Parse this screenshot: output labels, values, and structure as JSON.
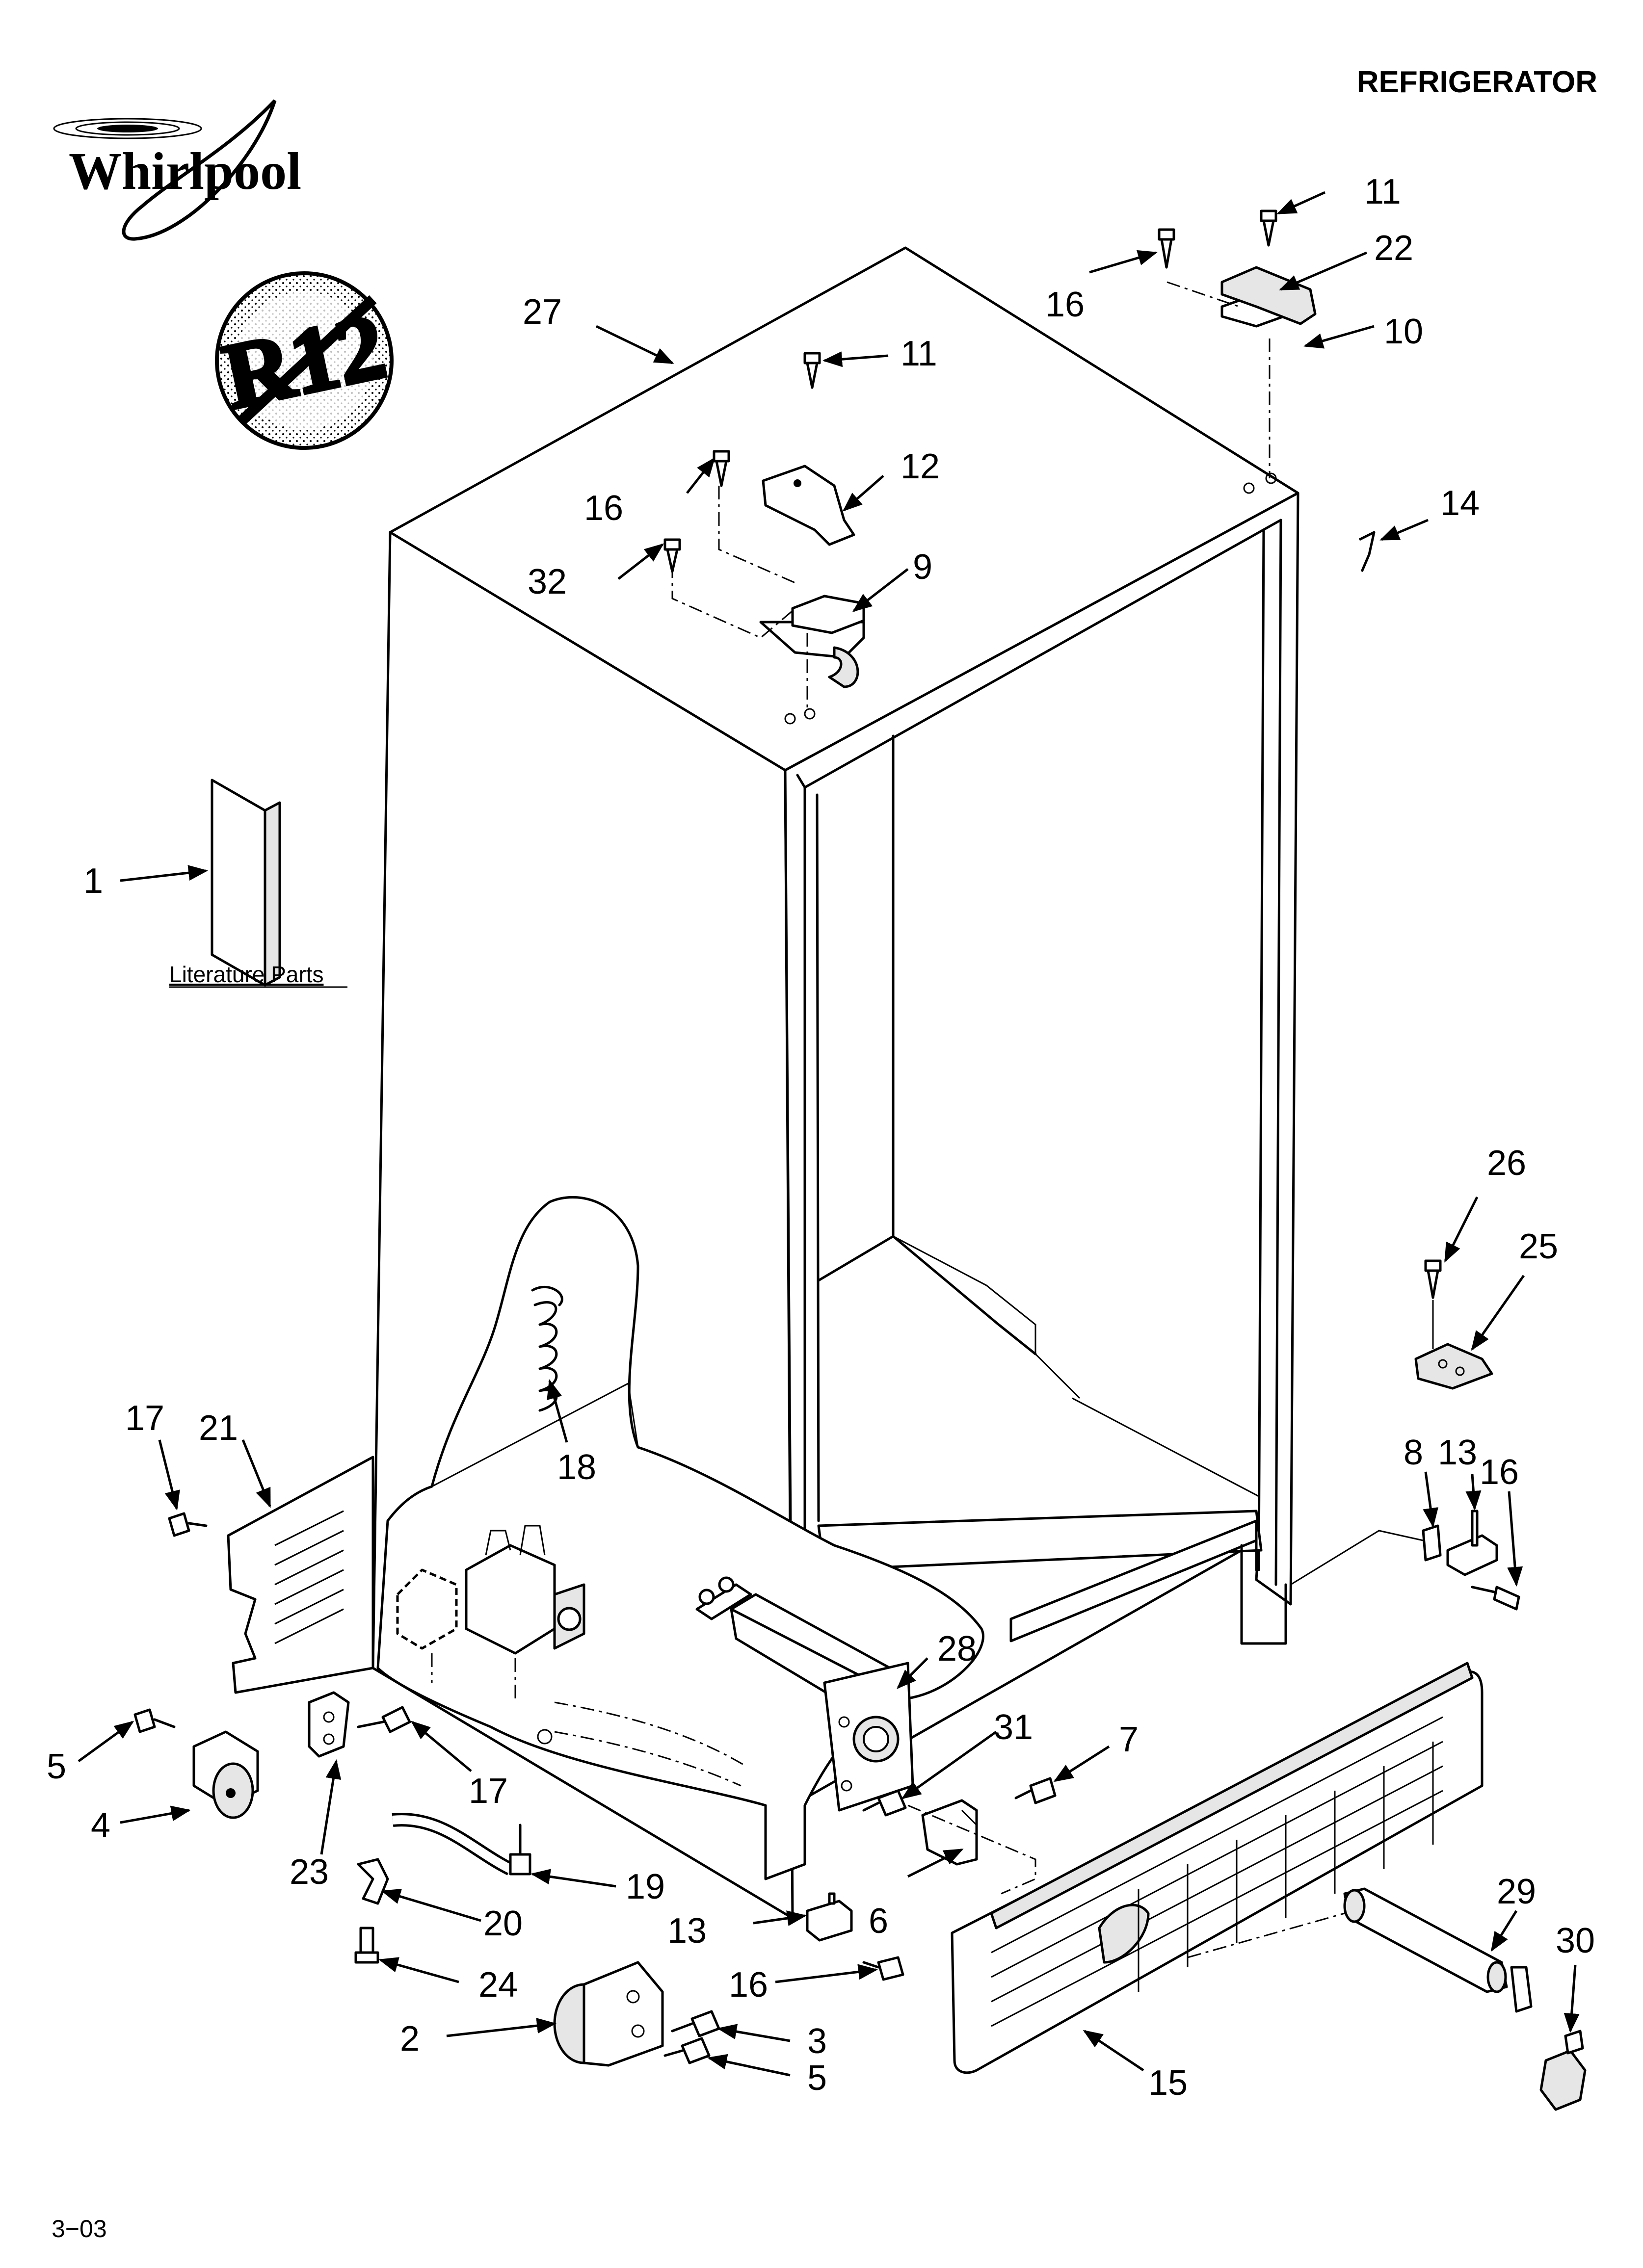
{
  "header": {
    "title": "REFRIGERATOR",
    "brand": "Whirlpool",
    "badge": "R12"
  },
  "literature": {
    "label": "Literature Parts"
  },
  "footer": {
    "code": "3−03"
  },
  "callouts": {
    "c1": "1",
    "c2": "2",
    "c3": "3",
    "c4": "4",
    "c5a": "5",
    "c5b": "5",
    "c6": "6",
    "c7": "7",
    "c8": "8",
    "c9": "9",
    "c10": "10",
    "c11a": "11",
    "c11b": "11",
    "c12": "12",
    "c13a": "13",
    "c13b": "13",
    "c14": "14",
    "c15": "15",
    "c16a": "16",
    "c16b": "16",
    "c16c": "16",
    "c16d": "16",
    "c17a": "17",
    "c17b": "17",
    "c18": "18",
    "c19": "19",
    "c20": "20",
    "c21": "21",
    "c22": "22",
    "c23": "23",
    "c24": "24",
    "c25": "25",
    "c26": "26",
    "c27": "27",
    "c28": "28",
    "c29": "29",
    "c30": "30",
    "c31": "31",
    "c32": "32"
  }
}
